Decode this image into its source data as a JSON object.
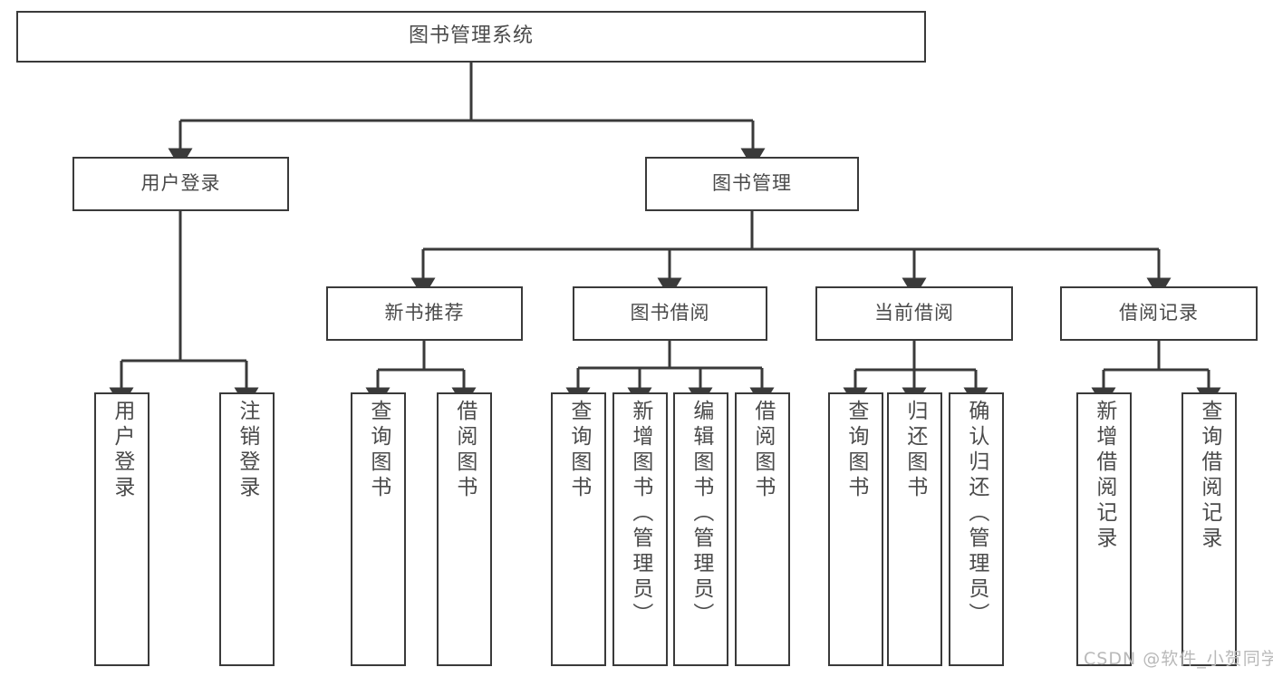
{
  "diagram": {
    "title": "图书管理系统",
    "watermark": "CSDN @软件_小贺同学",
    "colors": {
      "background": "#ffffff",
      "box_border": "#3a3a3a",
      "box_fill": "#ffffff",
      "text": "#4a4a4a",
      "connector": "#3a3a3a",
      "watermark": "#b9b9b9"
    },
    "root": {
      "label": "图书管理系统"
    },
    "level2": [
      {
        "label": "用户登录"
      },
      {
        "label": "图书管理"
      }
    ],
    "level3": [
      {
        "label": "新书推荐"
      },
      {
        "label": "图书借阅"
      },
      {
        "label": "当前借阅"
      },
      {
        "label": "借阅记录"
      }
    ],
    "leaves": {
      "user_login": [
        {
          "label": "用户登录"
        },
        {
          "label": "注销登录"
        }
      ],
      "new_book": [
        {
          "label": "查询图书"
        },
        {
          "label": "借阅图书"
        }
      ],
      "book_borrow": [
        {
          "label": "查询图书"
        },
        {
          "label": "新增图书（管理员）"
        },
        {
          "label": "编辑图书（管理员）"
        },
        {
          "label": "借阅图书"
        }
      ],
      "current_borrow": [
        {
          "label": "查询图书"
        },
        {
          "label": "归还图书"
        },
        {
          "label": "确认归还（管理员）"
        }
      ],
      "borrow_record": [
        {
          "label": "新增借阅记录"
        },
        {
          "label": "查询借阅记录"
        }
      ]
    }
  }
}
